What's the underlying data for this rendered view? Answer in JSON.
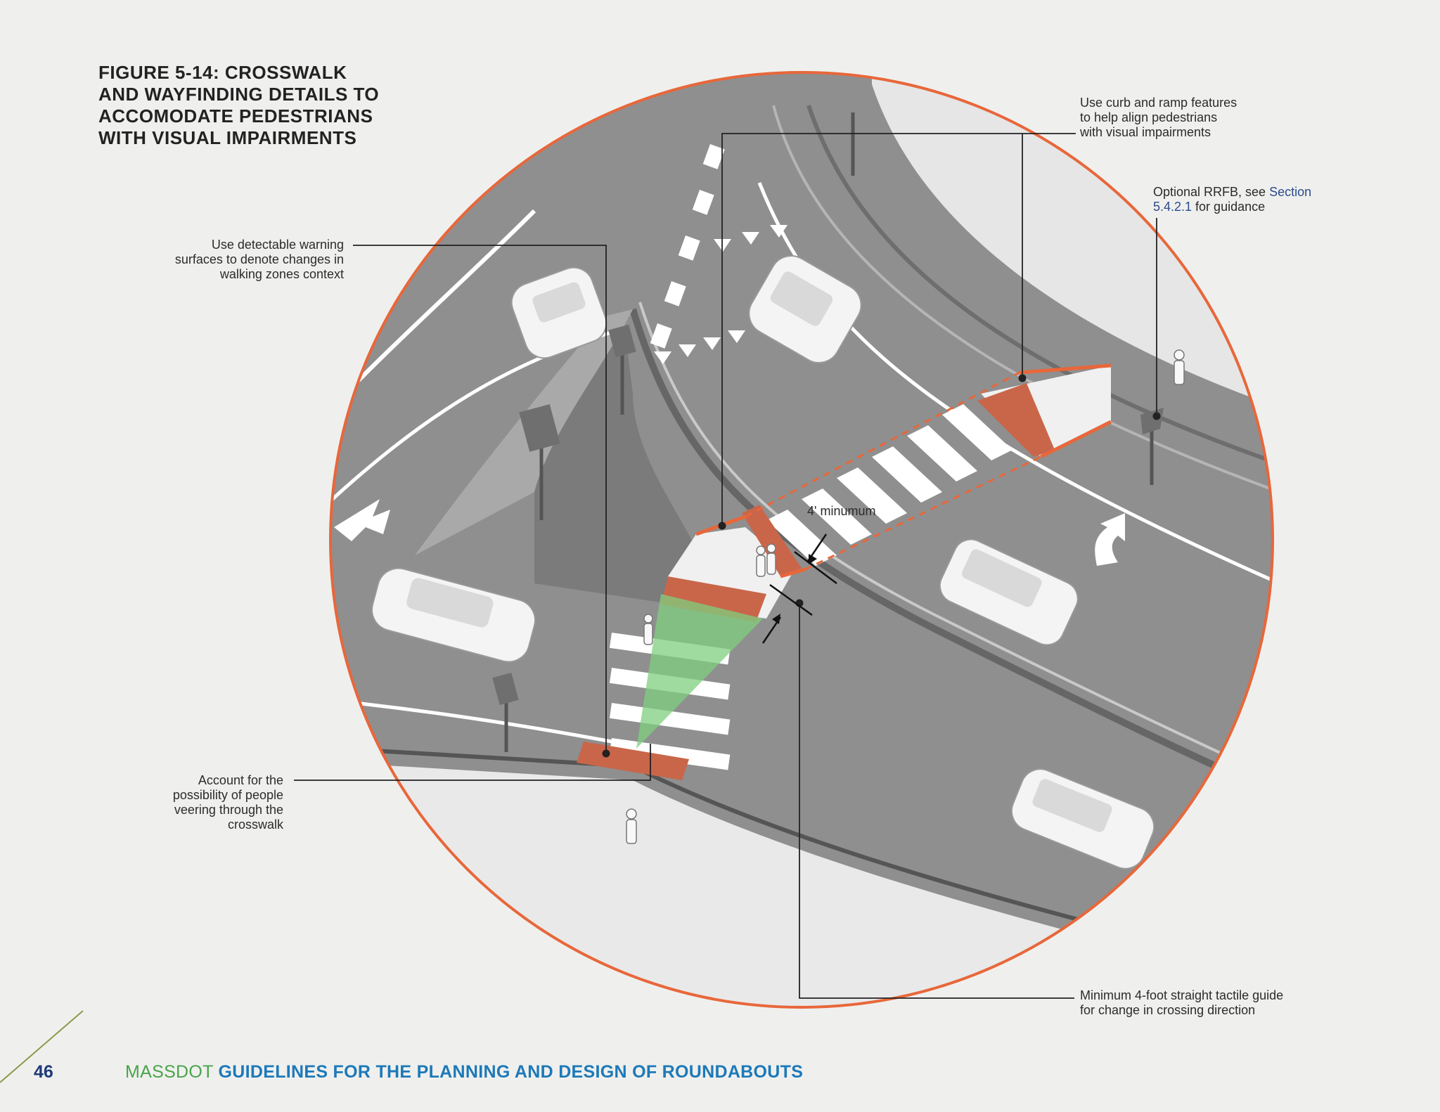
{
  "figure": {
    "title_lines": [
      "FIGURE 5-14:  CROSSWALK",
      "AND WAYFINDING DETAILS TO",
      "ACCOMODATE PEDESTRIANS",
      "WITH VISUAL IMPAIRMENTS"
    ]
  },
  "callouts": {
    "curb_ramp": [
      "Use curb and ramp features",
      "to help align pedestrians",
      "with visual impairments"
    ],
    "rrfb": {
      "prefix": "Optional RRFB, see ",
      "link": "Section",
      "link2": "5.4.2.1",
      "suffix": " for guidance"
    },
    "detectable": [
      "Use detectable warning",
      "surfaces to denote changes in",
      "walking zones context"
    ],
    "veering": [
      "Account for the",
      "possibility of people",
      "veering through the",
      "crosswalk"
    ],
    "tactile": [
      "Minimum 4-foot straight tactile guide",
      "for change in crossing direction"
    ],
    "min_width": "4' minumum"
  },
  "colors": {
    "accent": "#e8673a",
    "warning_surface": "#c9664a",
    "veer_zone": "#7fcf7f",
    "road": "#8f8f8f",
    "sidewalk": "#e9e9e9"
  },
  "footer": {
    "page_number": "46",
    "org": "MASSDOT ",
    "title": "GUIDELINES FOR THE PLANNING AND DESIGN OF ROUNDABOUTS"
  }
}
